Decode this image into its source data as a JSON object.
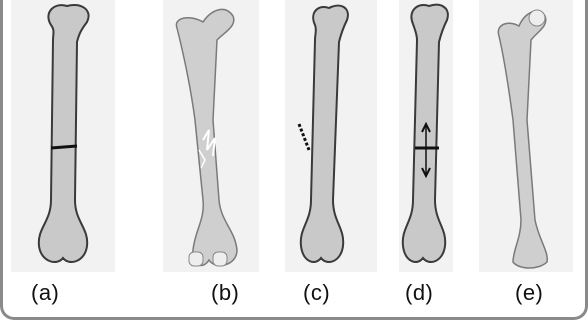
{
  "figure": {
    "panels": [
      {
        "label": "(a)",
        "fracture": "transverse"
      },
      {
        "label": "(b)",
        "fracture": "comminuted"
      },
      {
        "label": "(c)",
        "fracture": "oblique"
      },
      {
        "label": "(d)",
        "fracture": "segmental with arrows"
      },
      {
        "label": "(e)",
        "fracture": "none / greenstick"
      }
    ],
    "colors": {
      "panel_bg": "#f2f2f2",
      "bone": "#c9c9c9",
      "outline": "#3a3a3a",
      "fracture_line": "#111111"
    }
  }
}
